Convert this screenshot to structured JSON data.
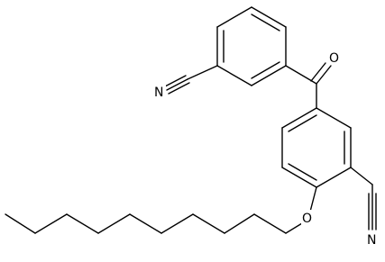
{
  "diagram": {
    "type": "skeletal-formula",
    "atom_labels": {
      "nitrile_n_left": "N",
      "carbonyl_o": "O",
      "ether_o": "O",
      "nitrile_n_bottom": "N"
    },
    "colors": {
      "bond": "#000000",
      "background": "#ffffff"
    }
  }
}
